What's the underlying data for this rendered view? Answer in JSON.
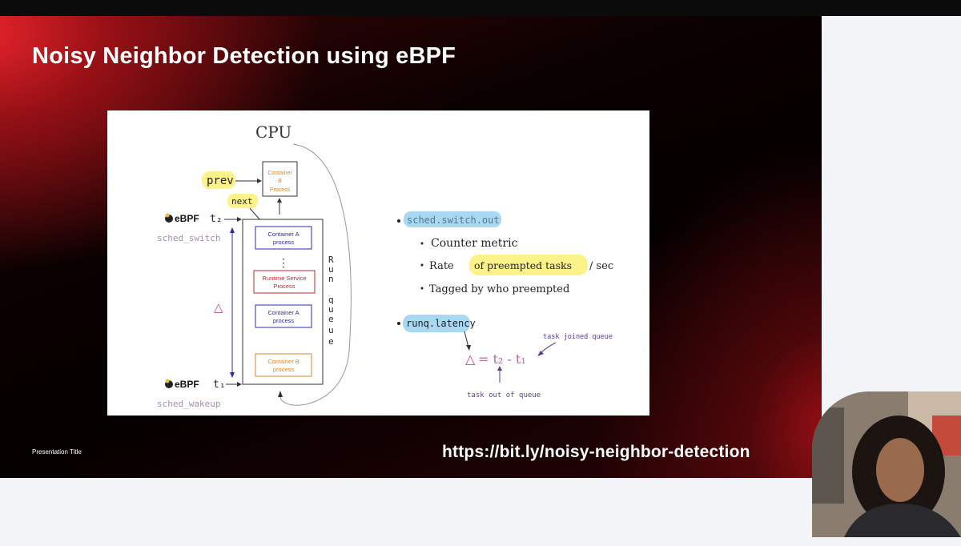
{
  "slide": {
    "title": "Noisy Neighbor Detection using eBPF",
    "footer_text": "Presentation Title",
    "link": "https://bit.ly/noisy-neighbor-detection"
  },
  "diagram": {
    "cpu_label": "CPU",
    "cpu_box_lines": [
      "Container",
      "B",
      "Process"
    ],
    "prev_label": "prev",
    "next_label": "next",
    "ebpf_top": "eBPF",
    "t2": "t₂",
    "sched_switch": "sched_switch",
    "ebpf_bottom": "eBPF",
    "t1": "t₁",
    "sched_wakeup": "sched_wakeup",
    "delta": "△",
    "run_queue_letters": [
      "R",
      "u",
      "n",
      "",
      "q",
      "u",
      "e",
      "u",
      "e"
    ],
    "queue_items": [
      {
        "line1": "Container A",
        "line2": "process"
      },
      {
        "line1": "Runtime Service",
        "line2": "Process"
      },
      {
        "line1": "Container A",
        "line2": "process"
      },
      {
        "line1": "Container B",
        "line2": "process"
      }
    ],
    "ellipsis": "⋮",
    "metric1": "sched.switch.out",
    "metric1_sub": [
      "Counter metric",
      "Rate",
      "of preempted tasks",
      "/ sec",
      "Tagged by who preempted"
    ],
    "metric2": "runq.latency",
    "formula_delta": "△",
    "formula_rest": "= t₂ - t₁",
    "note_joined": "task joined queue",
    "note_out": "task out of queue"
  },
  "colors": {
    "accent_red": "#e5242b",
    "highlight_yellow": "#fbf28a",
    "highlight_blue": "#a9d8f2",
    "container_a": "#2b2ba8",
    "container_b": "#d9892a",
    "runtime": "#c0282d",
    "delta_pink": "#c4469b"
  }
}
